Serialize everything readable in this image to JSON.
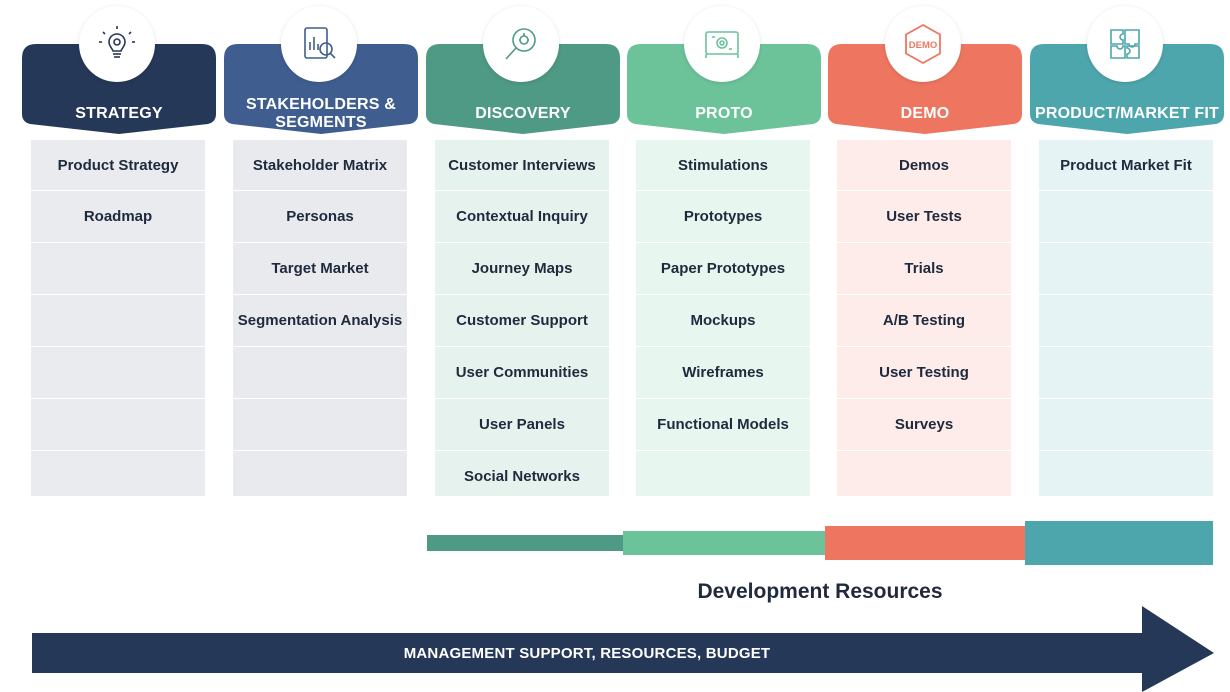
{
  "columns": [
    {
      "title_lines": [
        "STRATEGY",
        ""
      ],
      "icon": "lightbulb-gear-icon",
      "header_color": "#263858",
      "body_color": "#e9ebef",
      "rows": [
        "Product Strategy",
        "Roadmap",
        "",
        "",
        "",
        "",
        ""
      ]
    },
    {
      "title_lines": [
        "STAKEHOLDERS &",
        "SEGMENTS"
      ],
      "icon": "chart-magnifier-icon",
      "header_color": "#3f5e8f",
      "body_color": "#e8eaee",
      "rows": [
        "Stakeholder Matrix",
        "Personas",
        "Target Market",
        "Segmentation Analysis",
        "",
        "",
        ""
      ]
    },
    {
      "title_lines": [
        "DISCOVERY",
        ""
      ],
      "icon": "magnifier-bug-icon",
      "header_color": "#4f9a84",
      "body_color": "#e6f2ee",
      "rows": [
        "Customer Interviews",
        "Contextual Inquiry",
        "Journey Maps",
        "Customer Support",
        "User Communities",
        "User Panels",
        "Social Networks"
      ]
    },
    {
      "title_lines": [
        "PROTO",
        ""
      ],
      "icon": "blueprint-gear-icon",
      "header_color": "#6cc39a",
      "body_color": "#e7f6ee",
      "rows": [
        "Stimulations",
        "Prototypes",
        "Paper Prototypes",
        "Mockups",
        "Wireframes",
        "Functional Models",
        ""
      ]
    },
    {
      "title_lines": [
        "DEMO",
        ""
      ],
      "icon": "demo-hexagon-icon",
      "header_color": "#ee7660",
      "body_color": "#fdecea",
      "rows": [
        "Demos",
        "User Tests",
        "Trials",
        "A/B Testing",
        "User Testing",
        "Surveys",
        ""
      ]
    },
    {
      "title_lines": [
        "PRODUCT/MARKET FIT",
        ""
      ],
      "icon": "puzzle-icon",
      "header_color": "#4ea6ad",
      "body_color": "#e6f3f4",
      "rows": [
        "Product Market Fit",
        "",
        "",
        "",
        "",
        "",
        ""
      ]
    }
  ],
  "badge_icon_text": "DEMO",
  "development_resources_label": "Development Resources",
  "management_label": "MANAGEMENT SUPPORT, RESOURCES, BUDGET",
  "resource_bars": [
    {
      "stage": "DISCOVERY",
      "color": "#4f9a84"
    },
    {
      "stage": "PROTO",
      "color": "#6cc39a"
    },
    {
      "stage": "DEMO",
      "color": "#ee7660"
    },
    {
      "stage": "PRODUCT/MARKET FIT",
      "color": "#4ea6ad"
    }
  ],
  "arrow_color": "#263858"
}
